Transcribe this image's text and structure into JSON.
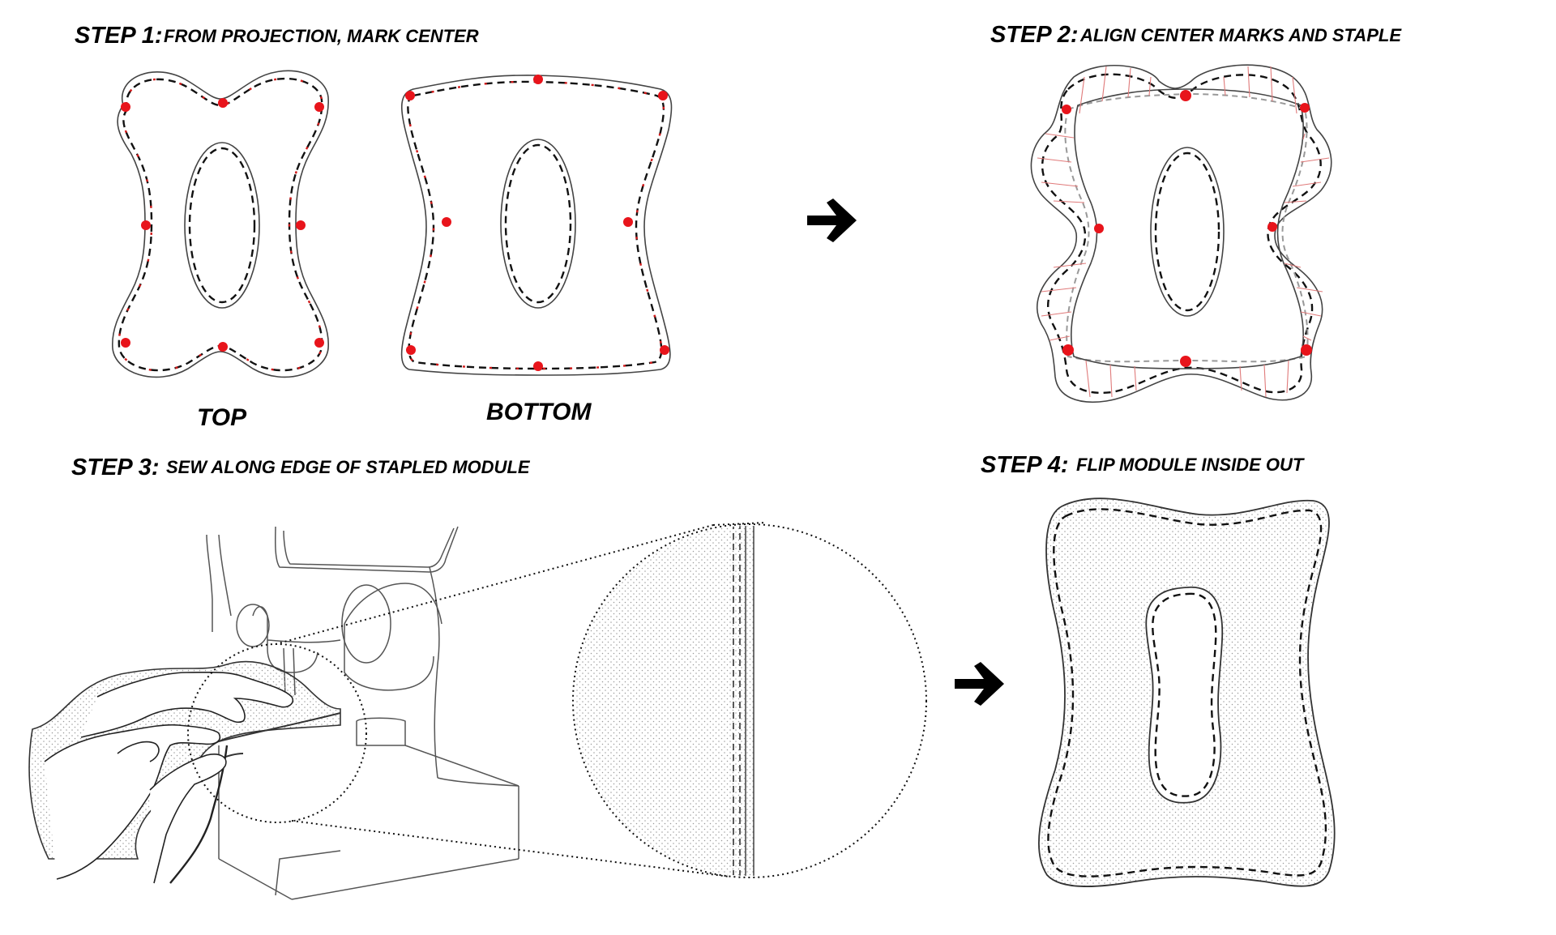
{
  "step1": {
    "number": "STEP 1:",
    "text": "FROM PROJECTION, MARK CENTER"
  },
  "step2": {
    "number": "STEP 2:",
    "text": "ALIGN CENTER MARKS AND STAPLE"
  },
  "step3": {
    "number": "STEP 3:",
    "text": "SEW ALONG EDGE OF STAPLED MODULE"
  },
  "step4": {
    "number": "STEP 4:",
    "text": "FLIP MODULE INSIDE OUT"
  },
  "labels": {
    "top": "TOP",
    "bottom": "BOTTOM"
  },
  "colors": {
    "mark": "#e8141b",
    "ink": "#000000",
    "background": "#ffffff"
  }
}
